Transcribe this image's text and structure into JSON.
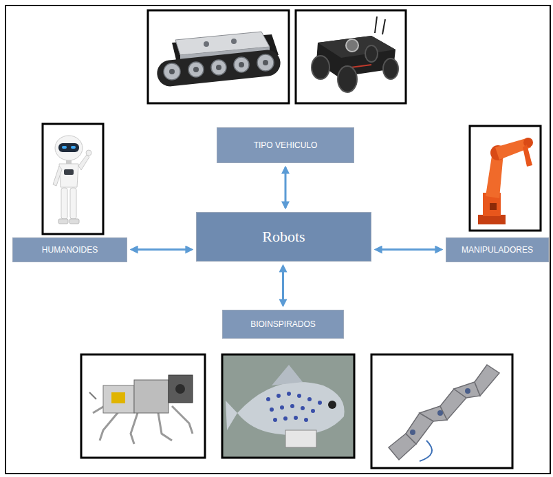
{
  "diagram": {
    "nodes": [
      {
        "text": [
          "TIPO VEHICULO"
        ]
      },
      {
        "text": [
          "HUMANOIDES"
        ]
      },
      {
        "text": [
          "Robots"
        ]
      },
      {
        "text": [
          "MANIPULADORES"
        ]
      },
      {
        "text": [
          "BIOINSPIRADOS"
        ]
      }
    ],
    "edges": [
      {
        "from": 2,
        "to": 0,
        "arrow": "both"
      },
      {
        "from": 2,
        "to": 1,
        "arrow": "both"
      },
      {
        "from": 2,
        "to": 3,
        "arrow": "both"
      },
      {
        "from": 2,
        "to": 4,
        "arrow": "both"
      }
    ]
  }
}
